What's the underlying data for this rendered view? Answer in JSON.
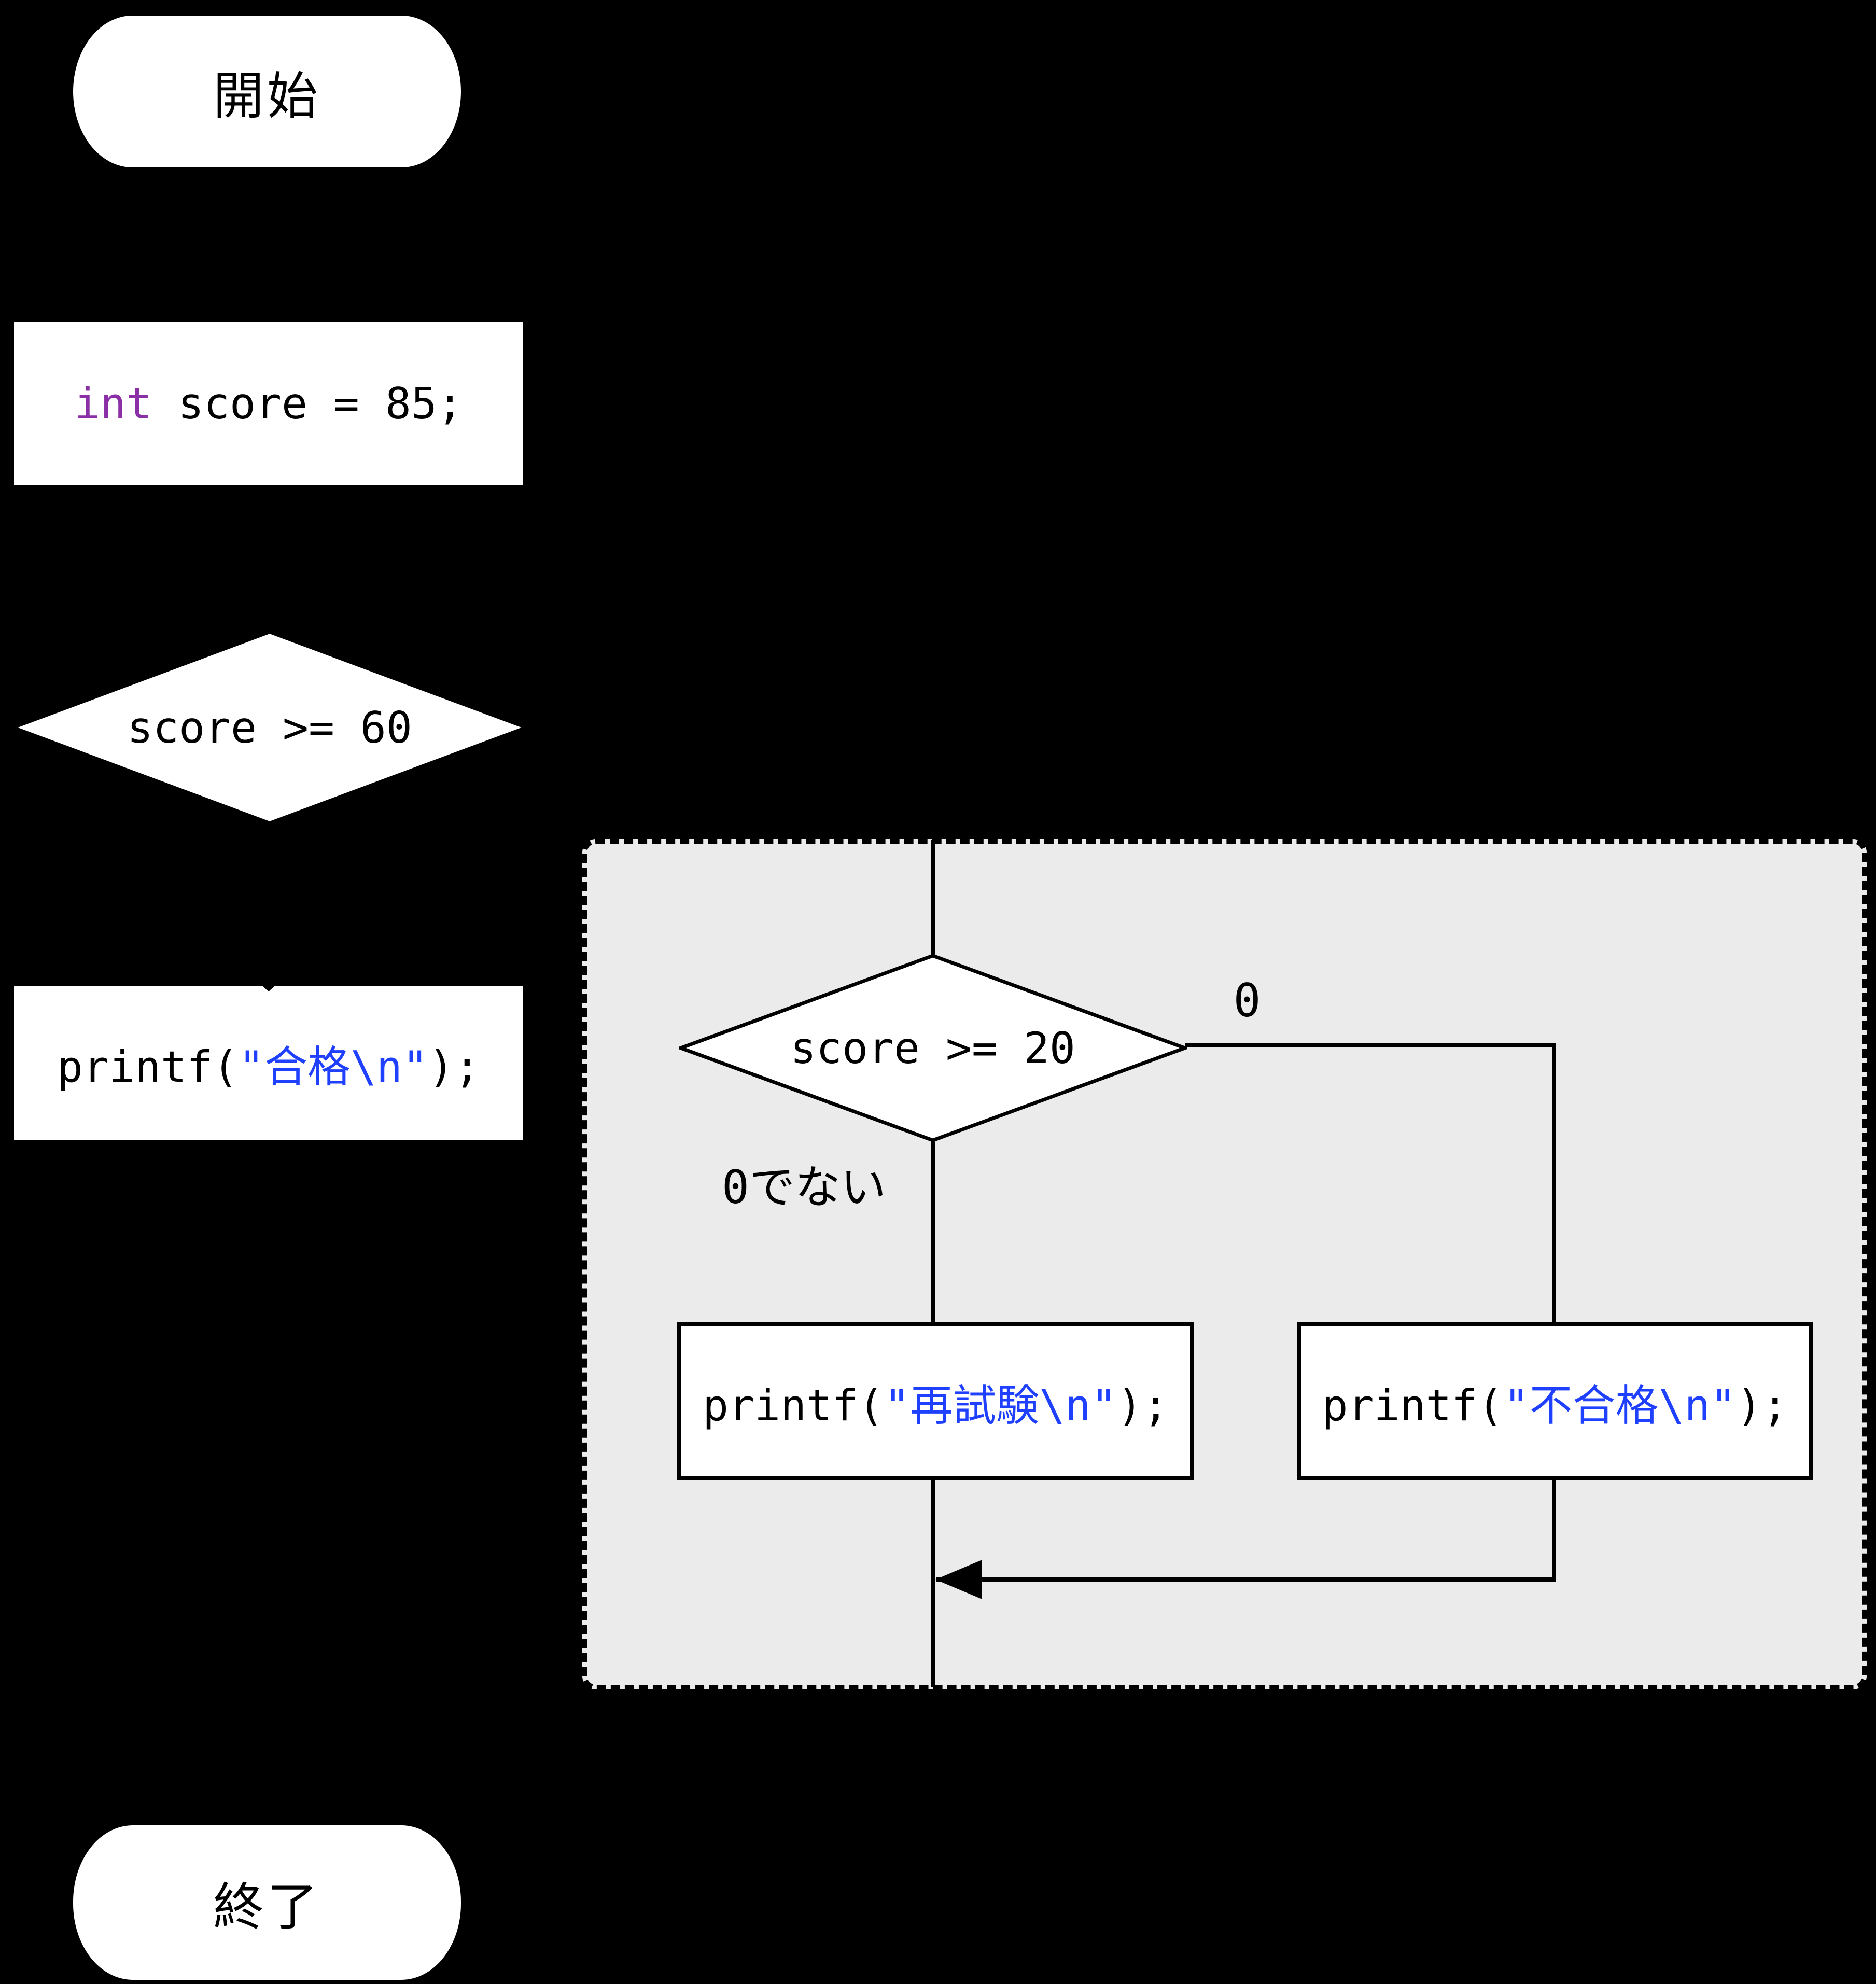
{
  "flowchart": {
    "start_label": "開始",
    "declaration": {
      "keyword": "int",
      "code_rest": " score = 85;"
    },
    "condition1": "score >= 60",
    "print_pass": {
      "prefix": "printf(",
      "string": "\"合格\\n\"",
      "suffix": ");"
    },
    "else_region": {
      "condition2": "score >= 20",
      "branch_zero_label": "0",
      "branch_nonzero_label": "0でない",
      "print_retry": {
        "prefix": "printf(",
        "string": "\"再試験\\n\"",
        "suffix": ");"
      },
      "print_fail": {
        "prefix": "printf(",
        "string": "\"不合格\\n\"",
        "suffix": ");"
      }
    },
    "end_label": "終了"
  },
  "colors": {
    "keyword": "#8B2FA6",
    "string_literal": "#2040FF",
    "region_fill": "#EBEBEB",
    "node_fill": "#FFFFFF",
    "line": "#000000",
    "background": "#000000"
  }
}
